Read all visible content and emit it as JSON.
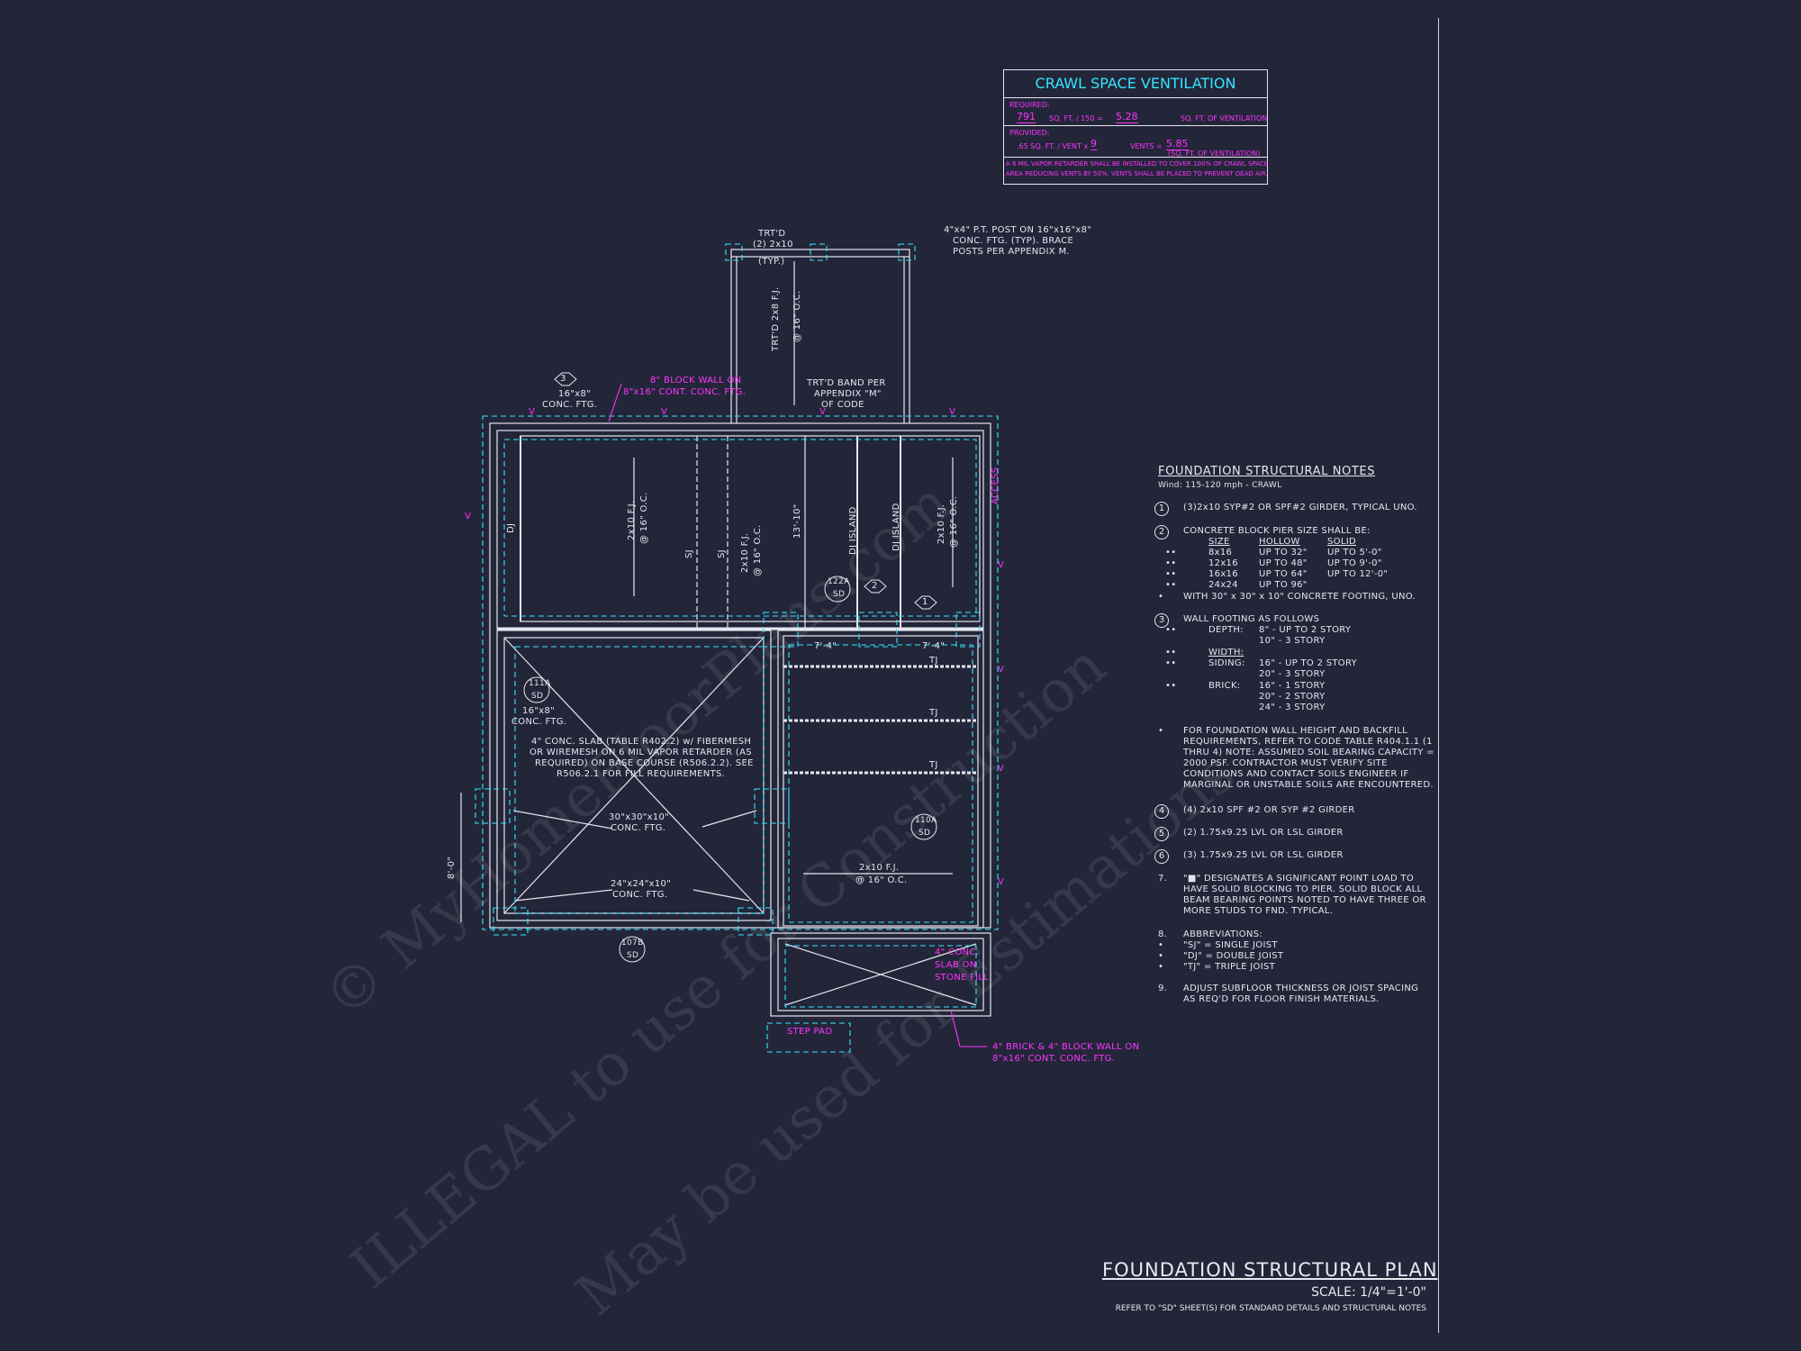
{
  "watermark": {
    "line1": "© MyHomeFloorPlans.com",
    "line2": "ILLEGAL to use for Construction",
    "line3": "May be used for Estimations"
  },
  "ventilation": {
    "title": "CRAWL SPACE VENTILATION",
    "required_label": "REQUIRED:",
    "required_area": "791",
    "required_divisor": "SQ. FT. / 150 =",
    "required_result": "5.28",
    "required_unit": "SQ. FT. OF VENTILATION",
    "provided_label": "PROVIDED:",
    "provided_per_vent": ".65 SQ. FT. / VENT x",
    "provided_vents": "9",
    "provided_vents_label": "VENTS =",
    "provided_result": "5.85",
    "provided_unit": "(SQ. FT. OF VENTILATION)",
    "note_line1": "A 6 MIL VAPOR RETARDER SHALL BE INSTALLED TO COVER 100% OF CRAWL SPACE",
    "note_line2": "AREA REDUCING VENTS BY 50%. VENTS SHALL BE PLACED TO PREVENT DEAD AIR."
  },
  "plan_labels": {
    "trtd_1": "TRT'D",
    "trtd_2": "(2) 2x10",
    "trtd_3": "(TYP.)",
    "post_1": "4\"x4\" P.T. POST ON 16\"x16\"x8\"",
    "post_2": "CONC. FTG. (TYP). BRACE",
    "post_3": "POSTS PER APPENDIX M.",
    "joist_porch": "TRT'D 2x8 F.J.",
    "joist_porch_oc": "@ 16\" O.C.",
    "band_1": "TRT'D BAND PER",
    "band_2": "APPENDIX \"M\"",
    "band_3": "OF CODE",
    "ftg16_1": "16\"x8\"",
    "ftg16_2": "CONC. FTG.",
    "block_wall_1": "8\" BLOCK WALL ON",
    "block_wall_2": "8\"x16\" CONT. CONC. FTG.",
    "access": "ACCESS",
    "dj": "DJ",
    "fj_a": "2x10 F.J.",
    "fj_a_oc": "@ 16\" O.C.",
    "sj": "SJ",
    "fj_b": "2x10 F.J.",
    "fj_b_oc": "@ 16\" O.C.",
    "dim_13": "13'-10\"",
    "dj_island": "DJ ISLAND",
    "fj_c": "2x10 F.J.",
    "fj_c_oc": "@ 16\" O.C.",
    "tag_122a": "122A",
    "tag_sd": "SD",
    "tag_2": "2",
    "tag_1": "1",
    "tag_3": "3",
    "dim_7a": "7'-4\"",
    "dim_7b": "7'-4\"",
    "tj": "TJ",
    "tag_111a": "111A",
    "ftg_111_1": "16\"x8\"",
    "ftg_111_2": "CONC. FTG.",
    "slab_1": "4\" CONC. SLAB (TABLE R402.2) w/ FIBERMESH",
    "slab_2": "OR WIREMESH ON 6 MIL VAPOR RETARDER (AS",
    "slab_3": "REQUIRED) ON BASE COURSE (R506.2.2). SEE",
    "slab_4": "R506.2.1 FOR FILL REQUIREMENTS.",
    "ftg30_1": "30\"x30\"x10\"",
    "ftg30_2": "CONC. FTG.",
    "ftg24_1": "24\"x24\"x10\"",
    "ftg24_2": "CONC. FTG.",
    "dim_8": "8'-0\"",
    "tag_110a": "110A",
    "fj_d": "2x10 F.J.",
    "fj_d_oc": "@ 16\" O.C.",
    "tag_107b": "107B",
    "stoop_1": "4\" CONC.",
    "stoop_2": "SLAB ON",
    "stoop_3": "STONE FILL",
    "step_pad": "STEP PAD",
    "brick_1": "4\" BRICK & 4\" BLOCK WALL ON",
    "brick_2": "8\"x16\" CONT. CONC. FTG.",
    "v": "V"
  },
  "notes": {
    "title": "FOUNDATION STRUCTURAL NOTES",
    "wind": "Wind: 115-120 mph - CRAWL",
    "n1_num": "1",
    "n1": "(3)2x10 SYP#2 OR SPF#2 GIRDER, TYPICAL UNO.",
    "n2_num": "2",
    "n2": "CONCRETE BLOCK PIER SIZE SHALL BE:",
    "pier_head": [
      "SIZE",
      "HOLLOW",
      "SOLID"
    ],
    "pier_rows": [
      [
        "8x16",
        "UP TO 32\"",
        "UP TO 5'-0\""
      ],
      [
        "12x16",
        "UP TO 48\"",
        "UP TO 9'-0\""
      ],
      [
        "16x16",
        "UP TO 64\"",
        "UP TO 12'-0\""
      ],
      [
        "24x24",
        "UP TO 96\"",
        ""
      ]
    ],
    "n2_with": "WITH 30\" x 30\" x 10\" CONCRETE FOOTING, UNO.",
    "n3_num": "3",
    "n3": "WALL FOOTING AS FOLLOWS",
    "depth_label": "DEPTH:",
    "depth_1": "8\" - UP TO 2 STORY",
    "depth_2": "10\" - 3 STORY",
    "width_label": "WIDTH:",
    "siding_label": "SIDING:",
    "siding_1": "16\" - UP TO 2 STORY",
    "siding_2": "20\" - 3 STORY",
    "brick_label": "BRICK:",
    "brick_1": "16\" - 1 STORY",
    "brick_2": "20\" - 2 STORY",
    "brick_3": "24\" - 3 STORY",
    "wall_1": "FOR FOUNDATION WALL HEIGHT AND BACKFILL",
    "wall_2": "REQUIREMENTS, REFER TO CODE TABLE R404.1.1 (1",
    "wall_3": "THRU 4) NOTE: ASSUMED SOIL BEARING CAPACITY =",
    "wall_4": "2000 PSF. CONTRACTOR MUST VERIFY SITE",
    "wall_5": "CONDITIONS AND CONTACT SOILS ENGINEER IF",
    "wall_6": "MARGINAL OR UNSTABLE SOILS ARE ENCOUNTERED.",
    "n4_num": "4",
    "n4": "(4) 2x10 SPF #2 OR SYP #2 GIRDER",
    "n5_num": "5",
    "n5": "(2) 1.75x9.25 LVL OR LSL GIRDER",
    "n6_num": "6",
    "n6": "(3) 1.75x9.25 LVL OR LSL GIRDER",
    "n7_num": "7.",
    "n7_1": "\"■\" DESIGNATES A SIGNIFICANT POINT LOAD TO",
    "n7_2": "HAVE SOLID BLOCKING TO  PIER. SOLID BLOCK ALL",
    "n7_3": "BEAM BEARING POINTS NOTED TO HAVE THREE OR",
    "n7_4": "MORE STUDS TO FND. TYPICAL.",
    "n8_num": "8.",
    "n8": "ABBREVIATIONS:",
    "abbr_1": "\"SJ\" = SINGLE JOIST",
    "abbr_2": "\"DJ\" = DOUBLE JOIST",
    "abbr_3": "\"TJ\" = TRIPLE JOIST",
    "n9_num": "9.",
    "n9_1": "ADJUST SUBFLOOR THICKNESS OR JOIST SPACING",
    "n9_2": "AS REQ'D FOR FLOOR FINISH MATERIALS."
  },
  "title_block": {
    "title": "FOUNDATION STRUCTURAL PLAN",
    "scale": "SCALE: 1/4\"=1'-0\"",
    "refer": "REFER TO \"SD\" SHEET(S) FOR STANDARD DETAILS AND STRUCTURAL NOTES"
  },
  "colors": {
    "background": "#232639",
    "linework": "#e6e6ee",
    "dashed": "#33e6ff",
    "callout": "#ff33ff"
  }
}
